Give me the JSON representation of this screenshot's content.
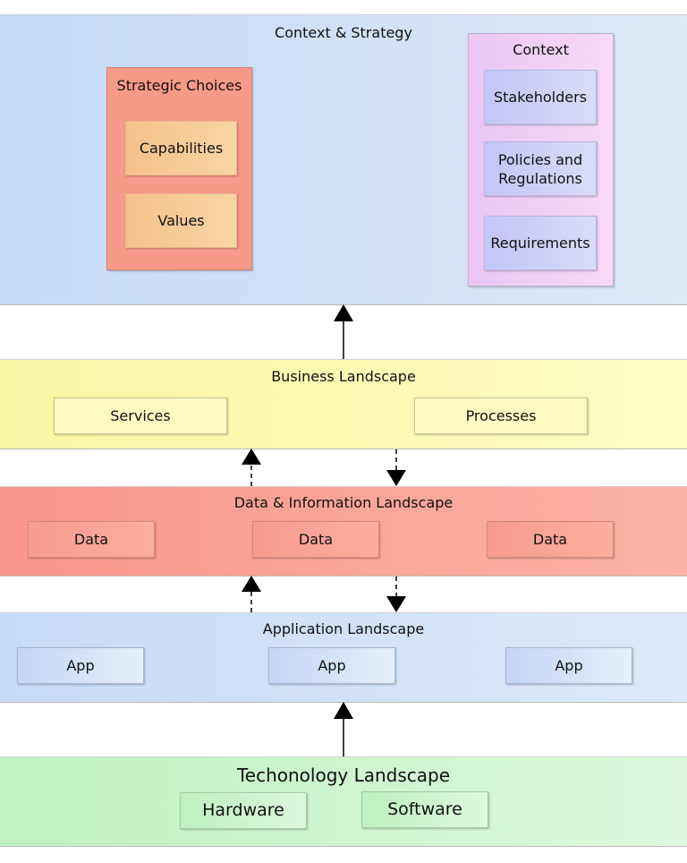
{
  "context_strategy": {
    "title": "Context & Strategy",
    "strategic_choices": {
      "title": "Strategic Choices",
      "items": [
        "Capabilities",
        "Values"
      ]
    },
    "context": {
      "title": "Context",
      "items": [
        "Stakeholders",
        "Policies and Regulations",
        "Requirements"
      ]
    }
  },
  "business": {
    "title": "Business Landscape",
    "items": [
      "Services",
      "Processes"
    ]
  },
  "data_info": {
    "title": "Data & Information Landscape",
    "items": [
      "Data",
      "Data",
      "Data"
    ]
  },
  "application": {
    "title": "Application Landscape",
    "items": [
      "App",
      "App",
      "App"
    ]
  },
  "technology": {
    "title": "Techonology Landscape",
    "items": [
      "Hardware",
      "Software"
    ]
  }
}
